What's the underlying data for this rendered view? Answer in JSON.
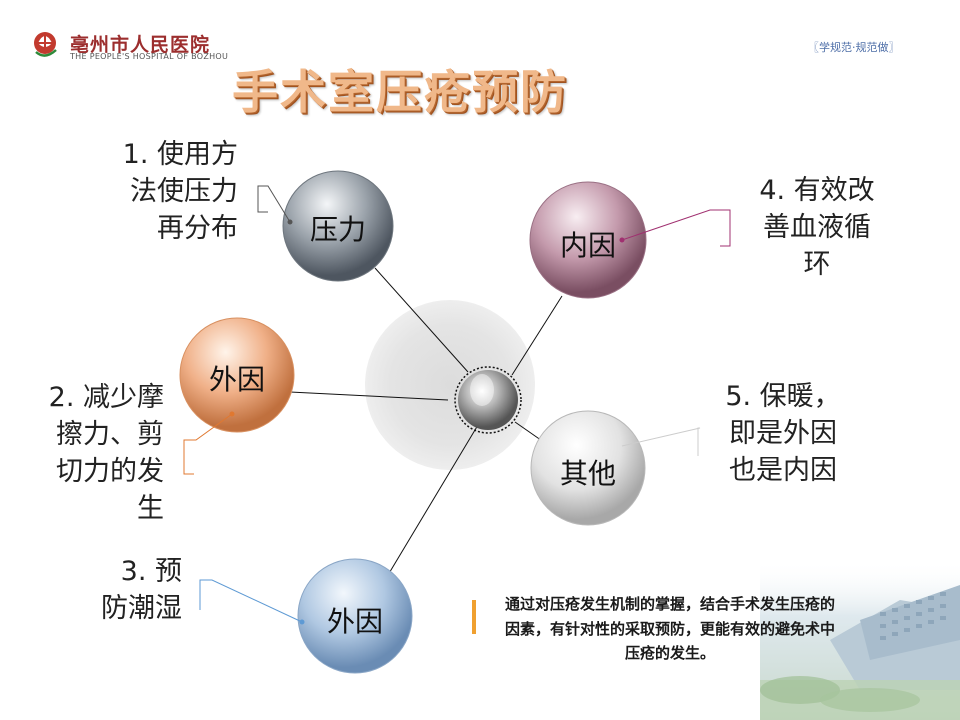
{
  "header": {
    "logo_cn": "亳州市人民医院",
    "logo_en": "THE PEOPLE'S HOSPITAL OF BOZHOU",
    "slogan": "〖学规范·规范做〗"
  },
  "title": "手术室压疮预防",
  "nodes": {
    "pressure": "压力",
    "internal": "内因",
    "external_top": "外因",
    "other": "其他",
    "external_bottom": "外因"
  },
  "notes": {
    "n1": [
      "1. 使用方",
      "法使压力",
      "再分布"
    ],
    "n2": [
      "2. 减少摩",
      "擦力、剪",
      "切力的发",
      "生"
    ],
    "n3": [
      "3. 预",
      "防潮湿"
    ],
    "n4": [
      "4. 有效改",
      "善血液循",
      "环"
    ],
    "n5": [
      "5. 保暖，",
      "即是外因",
      "也是内因"
    ]
  },
  "summary": "通过对压疮发生机制的掌握，结合手术发生压疮的因素，有针对性的采取预防，更能有效的避免术中压疮的发生。",
  "colors": {
    "title": "#f0b88a",
    "accent_bar": "#f0a030",
    "pressure_ball": "#8a9098",
    "internal_ball": "#a87890",
    "external_ball": "#e8a070",
    "other_ball": "#c0c0c0",
    "external_bottom_ball": "#9cb8d8"
  }
}
